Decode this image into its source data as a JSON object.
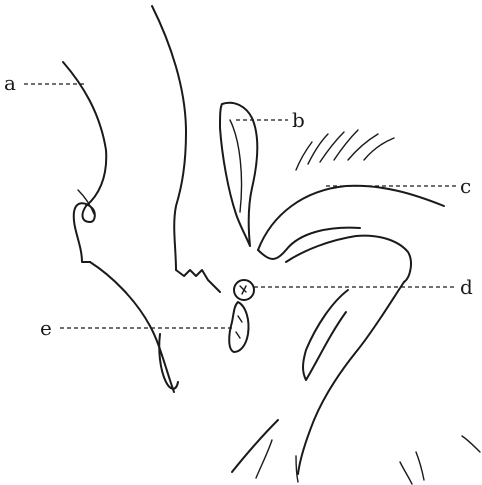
{
  "figure": {
    "labels": {
      "a": "a",
      "b": "b",
      "c": "c",
      "d": "d",
      "e": "e"
    },
    "colors": {
      "ink": "#1a1a1a",
      "background": "#ffffff"
    }
  }
}
